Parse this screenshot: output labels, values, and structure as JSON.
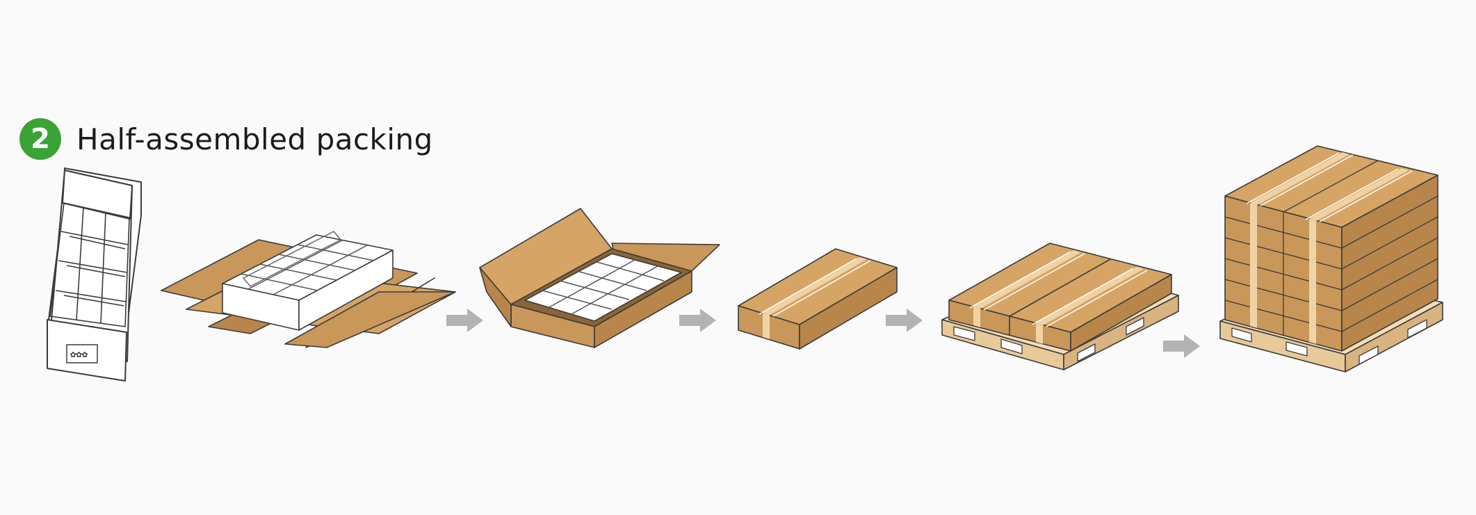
{
  "step": {
    "number": "2",
    "title": "Half-assembled packing",
    "badge_color": "#3aa335"
  },
  "colors": {
    "cardboard_top": "#d6a565",
    "cardboard_left": "#c9975a",
    "cardboard_right": "#b8864b",
    "tape": "#efd3a6",
    "pallet": "#f4dcb8",
    "arrow": "#b3b3b3",
    "outline": "#3a3a3a"
  },
  "flow": [
    {
      "id": "display-stand",
      "icon": "display-stand-icon"
    },
    {
      "id": "flat-box-with-divider",
      "icon": "flat-box-divider-icon"
    },
    {
      "id": "open-box-with-divider",
      "icon": "open-box-divider-icon"
    },
    {
      "id": "sealed-box",
      "icon": "sealed-box-icon"
    },
    {
      "id": "boxes-on-pallet",
      "icon": "pallet-row-icon"
    },
    {
      "id": "stacked-pallet",
      "icon": "stacked-pallet-icon"
    }
  ]
}
